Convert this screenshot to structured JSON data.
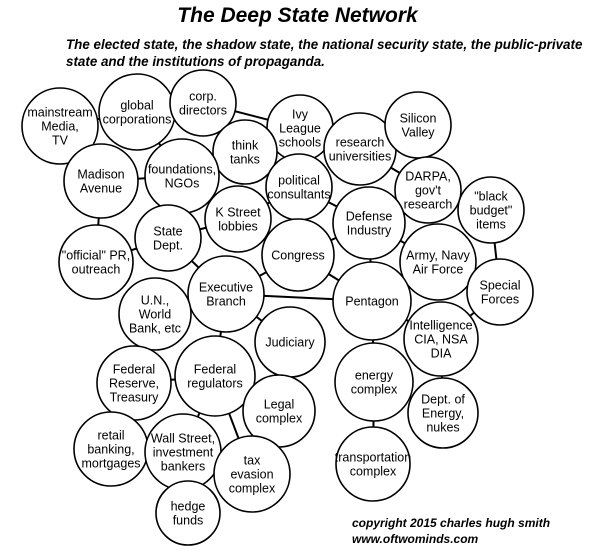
{
  "title": "The Deep State Network",
  "subtitle": "The elected state, the shadow state, the national security state, the public-private state and the institutions of propaganda.",
  "footer": {
    "copyright": "copyright 2015 charles hugh smith",
    "website": "www.oftwominds.com"
  },
  "nodes": [
    {
      "id": "mainstream",
      "lines": [
        "mainstream",
        "Media,",
        "TV"
      ]
    },
    {
      "id": "global-corp",
      "lines": [
        "global",
        "corporations"
      ]
    },
    {
      "id": "corp-directors",
      "lines": [
        "corp.",
        "directors"
      ]
    },
    {
      "id": "ivy-league",
      "lines": [
        "Ivy",
        "League",
        "schools"
      ]
    },
    {
      "id": "research-univ",
      "lines": [
        "research",
        "universities"
      ]
    },
    {
      "id": "silicon-valley",
      "lines": [
        "Silicon",
        "Valley"
      ]
    },
    {
      "id": "think-tanks",
      "lines": [
        "think",
        "tanks"
      ]
    },
    {
      "id": "madison",
      "lines": [
        "Madison",
        "Avenue"
      ]
    },
    {
      "id": "foundations",
      "lines": [
        "foundations,",
        "NGOs"
      ]
    },
    {
      "id": "political-consultants",
      "lines": [
        "political",
        "consultants"
      ]
    },
    {
      "id": "darpa",
      "lines": [
        "DARPA,",
        "gov't",
        "research"
      ]
    },
    {
      "id": "black-budget",
      "lines": [
        "\"black",
        "budget\"",
        "items"
      ]
    },
    {
      "id": "state-dept",
      "lines": [
        "State",
        "Dept."
      ]
    },
    {
      "id": "k-street",
      "lines": [
        "K Street",
        "lobbies"
      ]
    },
    {
      "id": "defense-industry",
      "lines": [
        "Defense",
        "Industry"
      ]
    },
    {
      "id": "official-pr",
      "lines": [
        "\"official\" PR,",
        "outreach"
      ]
    },
    {
      "id": "congress",
      "lines": [
        "Congress"
      ]
    },
    {
      "id": "army-navy",
      "lines": [
        "Army, Navy",
        "Air Force"
      ]
    },
    {
      "id": "special-forces",
      "lines": [
        "Special",
        "Forces"
      ]
    },
    {
      "id": "executive",
      "lines": [
        "Executive",
        "Branch"
      ]
    },
    {
      "id": "un-world-bank",
      "lines": [
        "U.N.,",
        "World",
        "Bank, etc"
      ]
    },
    {
      "id": "pentagon",
      "lines": [
        "Pentagon"
      ]
    },
    {
      "id": "judiciary",
      "lines": [
        "Judiciary"
      ]
    },
    {
      "id": "intelligence",
      "lines": [
        "Intelligence",
        "CIA, NSA",
        "DIA"
      ]
    },
    {
      "id": "federal-reserve",
      "lines": [
        "Federal",
        "Reserve,",
        "Treasury"
      ]
    },
    {
      "id": "federal-regulators",
      "lines": [
        "Federal",
        "regulators"
      ]
    },
    {
      "id": "energy-complex",
      "lines": [
        "energy",
        "complex"
      ]
    },
    {
      "id": "legal-complex",
      "lines": [
        "Legal",
        "complex"
      ]
    },
    {
      "id": "dept-energy",
      "lines": [
        "Dept. of",
        "Energy,",
        "nukes"
      ]
    },
    {
      "id": "retail-banking",
      "lines": [
        "retail",
        "banking,",
        "mortgages"
      ]
    },
    {
      "id": "wall-street",
      "lines": [
        "Wall Street,",
        "investment",
        "bankers"
      ]
    },
    {
      "id": "tax-evasion",
      "lines": [
        "tax",
        "evasion",
        "complex"
      ]
    },
    {
      "id": "transportation",
      "lines": [
        "transportation",
        "complex"
      ]
    },
    {
      "id": "hedge-funds",
      "lines": [
        "hedge",
        "funds"
      ]
    }
  ]
}
